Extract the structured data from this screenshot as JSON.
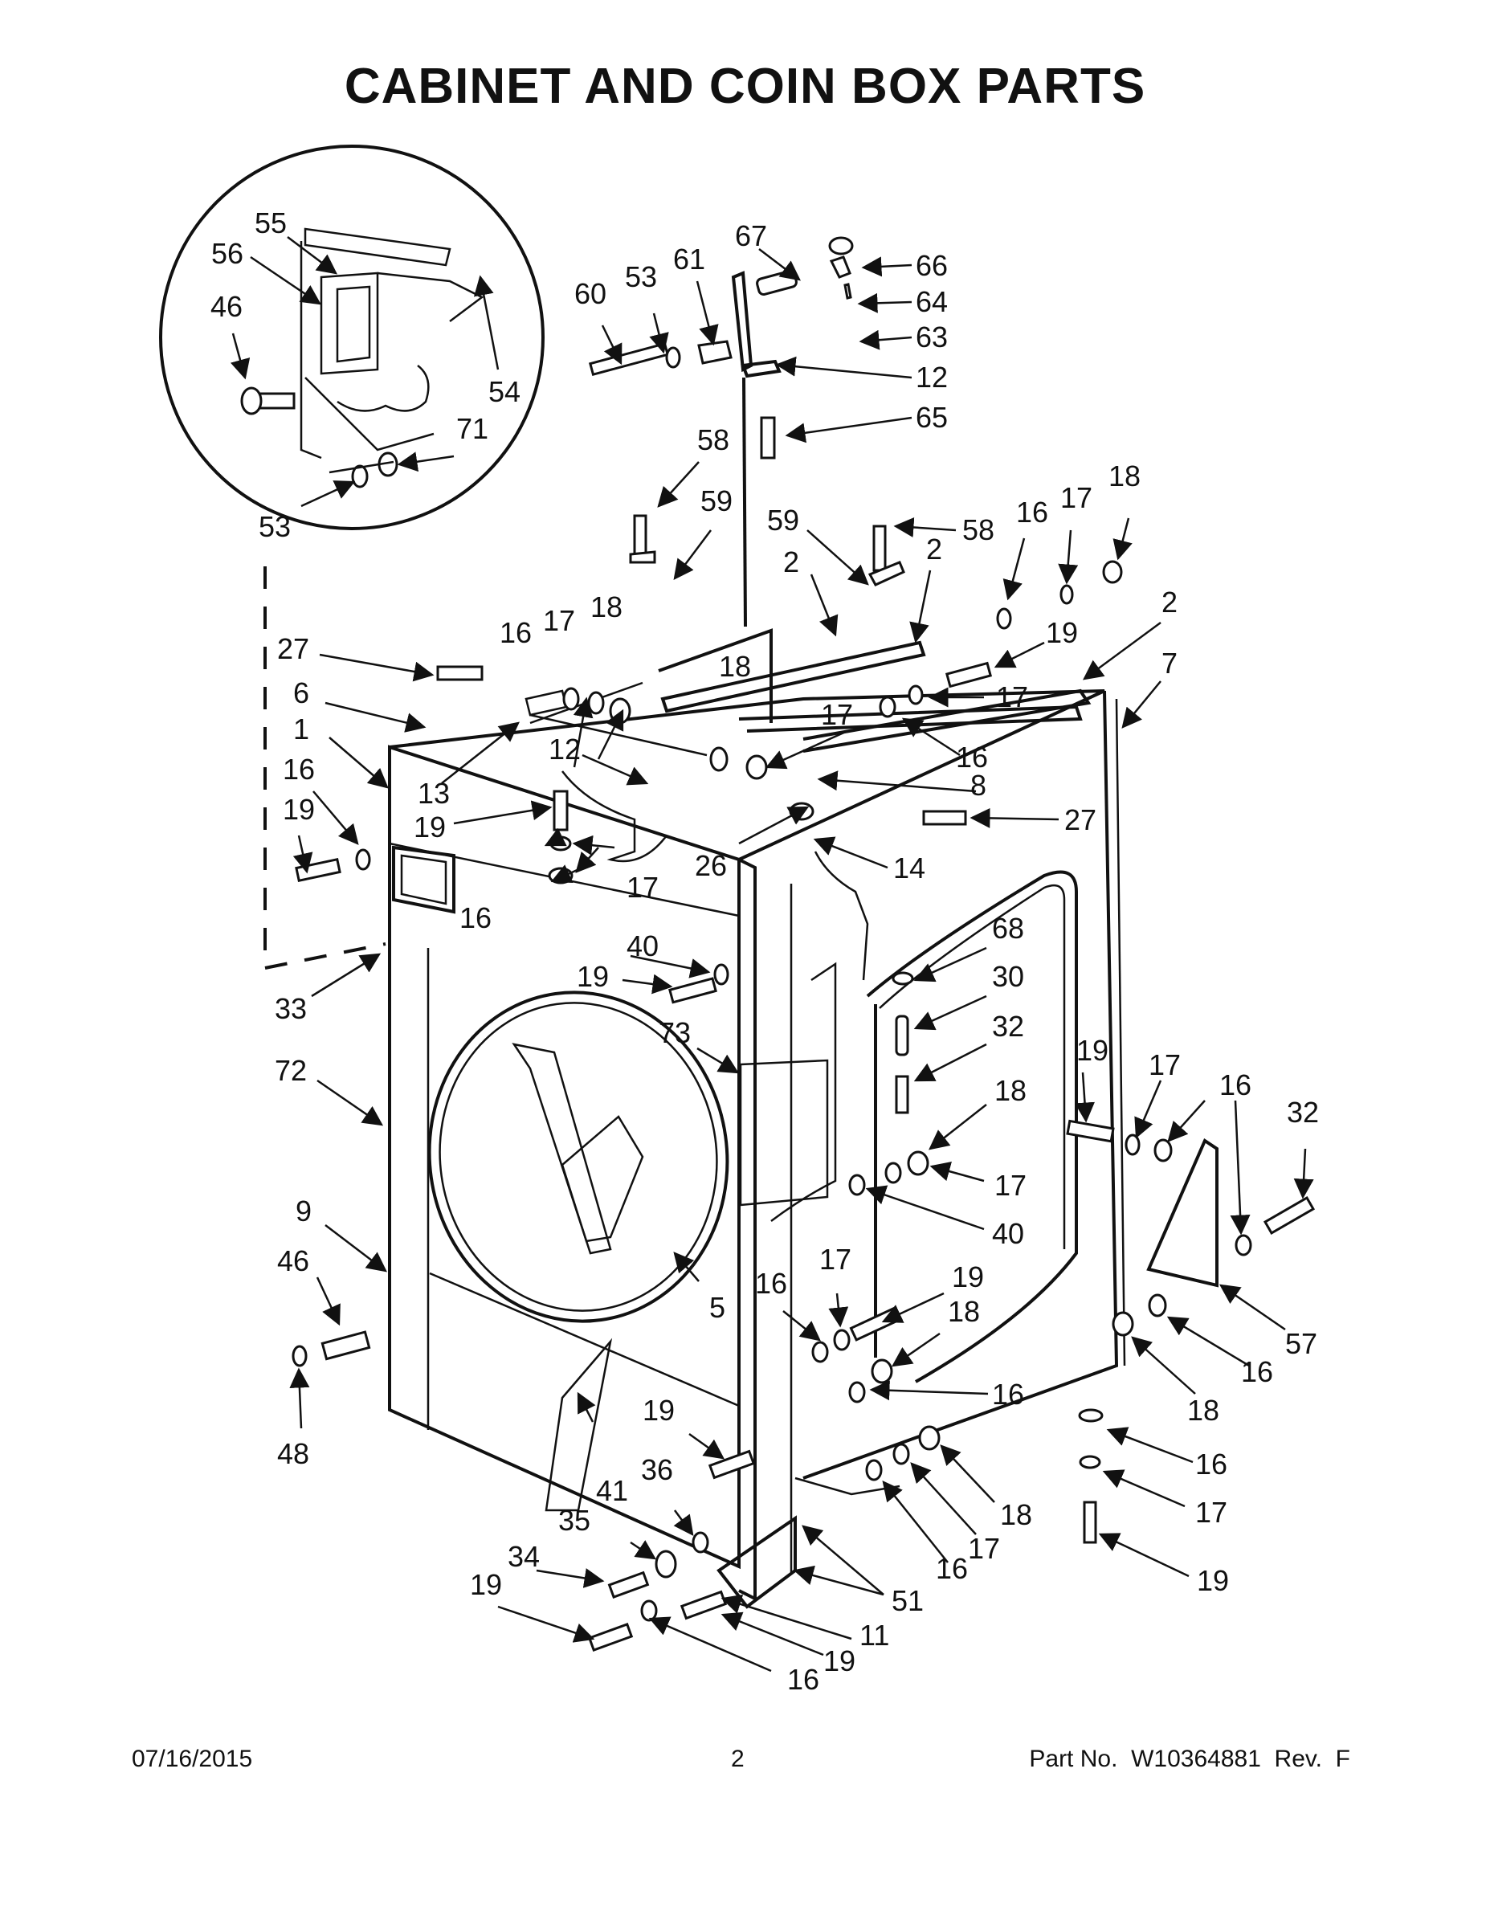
{
  "title": "CABINET AND COIN BOX PARTS",
  "footer": {
    "date": "07/16/2015",
    "page": "2",
    "part_no": "Part No.  W10364881  Rev.  F"
  },
  "callouts": [
    {
      "id": "c-55a",
      "text": "55"
    },
    {
      "id": "c-56a",
      "text": "56"
    },
    {
      "id": "c-46a",
      "text": "46"
    },
    {
      "id": "c-54",
      "text": "54"
    },
    {
      "id": "c-71",
      "text": "71"
    },
    {
      "id": "c-53a",
      "text": "53"
    },
    {
      "id": "c-67",
      "text": "67"
    },
    {
      "id": "c-61",
      "text": "61"
    },
    {
      "id": "c-53b",
      "text": "53"
    },
    {
      "id": "c-60",
      "text": "60"
    },
    {
      "id": "c-66",
      "text": "66"
    },
    {
      "id": "c-64",
      "text": "64"
    },
    {
      "id": "c-63",
      "text": "63"
    },
    {
      "id": "c-12a",
      "text": "12"
    },
    {
      "id": "c-65",
      "text": "65"
    },
    {
      "id": "c-58a",
      "text": "58"
    },
    {
      "id": "c-59a",
      "text": "59"
    },
    {
      "id": "c-59b",
      "text": "59"
    },
    {
      "id": "c-58b",
      "text": "58"
    },
    {
      "id": "c-16a",
      "text": "16"
    },
    {
      "id": "c-17a",
      "text": "17"
    },
    {
      "id": "c-18a",
      "text": "18"
    },
    {
      "id": "c-2a",
      "text": "2"
    },
    {
      "id": "c-2b",
      "text": "2"
    },
    {
      "id": "c-2c",
      "text": "2"
    },
    {
      "id": "c-7",
      "text": "7"
    },
    {
      "id": "c-19a",
      "text": "19"
    },
    {
      "id": "c-17b",
      "text": "17"
    },
    {
      "id": "c-16b",
      "text": "16"
    },
    {
      "id": "c-17c",
      "text": "17"
    },
    {
      "id": "c-18b",
      "text": "18"
    },
    {
      "id": "c-27a",
      "text": "27"
    },
    {
      "id": "c-6",
      "text": "6"
    },
    {
      "id": "c-1",
      "text": "1"
    },
    {
      "id": "c-16c",
      "text": "16"
    },
    {
      "id": "c-19b",
      "text": "19"
    },
    {
      "id": "c-13",
      "text": "13"
    },
    {
      "id": "c-12b",
      "text": "12"
    },
    {
      "id": "c-19c",
      "text": "19"
    },
    {
      "id": "c-18c",
      "text": "18"
    },
    {
      "id": "c-17d",
      "text": "17"
    },
    {
      "id": "c-16d",
      "text": "16"
    },
    {
      "id": "c-8",
      "text": "8"
    },
    {
      "id": "c-27b",
      "text": "27"
    },
    {
      "id": "c-26",
      "text": "26"
    },
    {
      "id": "c-14",
      "text": "14"
    },
    {
      "id": "c-17e",
      "text": "17"
    },
    {
      "id": "c-16e",
      "text": "16"
    },
    {
      "id": "c-33",
      "text": "33"
    },
    {
      "id": "c-40a",
      "text": "40"
    },
    {
      "id": "c-19d",
      "text": "19"
    },
    {
      "id": "c-68",
      "text": "68"
    },
    {
      "id": "c-30",
      "text": "30"
    },
    {
      "id": "c-32a",
      "text": "32"
    },
    {
      "id": "c-73",
      "text": "73"
    },
    {
      "id": "c-72",
      "text": "72"
    },
    {
      "id": "c-19e",
      "text": "19"
    },
    {
      "id": "c-17f",
      "text": "17"
    },
    {
      "id": "c-16f",
      "text": "16"
    },
    {
      "id": "c-32b",
      "text": "32"
    },
    {
      "id": "c-18d",
      "text": "18"
    },
    {
      "id": "c-17g",
      "text": "17"
    },
    {
      "id": "c-40b",
      "text": "40"
    },
    {
      "id": "c-9",
      "text": "9"
    },
    {
      "id": "c-46b",
      "text": "46"
    },
    {
      "id": "c-57",
      "text": "57"
    },
    {
      "id": "c-5",
      "text": "5"
    },
    {
      "id": "c-16g",
      "text": "16"
    },
    {
      "id": "c-17h",
      "text": "17"
    },
    {
      "id": "c-19f",
      "text": "19"
    },
    {
      "id": "c-18e",
      "text": "18"
    },
    {
      "id": "c-16h",
      "text": "16"
    },
    {
      "id": "c-18f",
      "text": "18"
    },
    {
      "id": "c-16i",
      "text": "16"
    },
    {
      "id": "c-48",
      "text": "48"
    },
    {
      "id": "c-19g",
      "text": "19"
    },
    {
      "id": "c-16j",
      "text": "16"
    },
    {
      "id": "c-41",
      "text": "41"
    },
    {
      "id": "c-36",
      "text": "36"
    },
    {
      "id": "c-17i",
      "text": "17"
    },
    {
      "id": "c-18g",
      "text": "18"
    },
    {
      "id": "c-16k",
      "text": "16"
    },
    {
      "id": "c-35",
      "text": "35"
    },
    {
      "id": "c-17j",
      "text": "17"
    },
    {
      "id": "c-34",
      "text": "34"
    },
    {
      "id": "c-51",
      "text": "51"
    },
    {
      "id": "c-19h",
      "text": "19"
    },
    {
      "id": "c-11",
      "text": "11"
    },
    {
      "id": "c-19i",
      "text": "19"
    },
    {
      "id": "c-19j",
      "text": "19"
    },
    {
      "id": "c-16l",
      "text": "16"
    }
  ]
}
